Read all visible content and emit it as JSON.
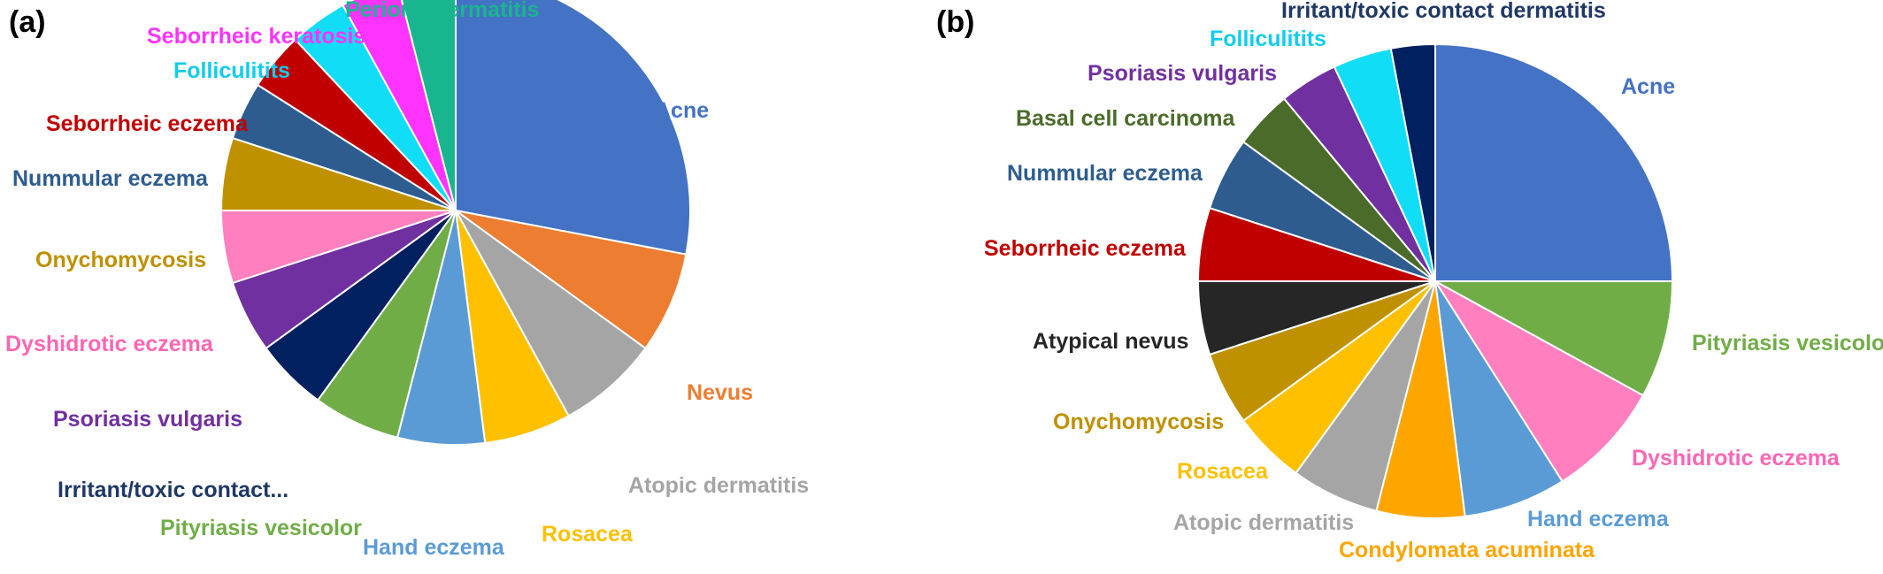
{
  "chart_data": [
    {
      "panel": "(a)",
      "type": "pie",
      "slices": [
        {
          "label": "Acne",
          "value": 28,
          "color": "#4472C4"
        },
        {
          "label": "Nevus",
          "value": 7,
          "color": "#ED7D31"
        },
        {
          "label": "Atopic dermatitis",
          "value": 7,
          "color": "#A5A5A5"
        },
        {
          "label": "Rosacea",
          "value": 6,
          "color": "#FFC000"
        },
        {
          "label": "Hand eczema",
          "value": 6,
          "color": "#5B9BD5"
        },
        {
          "label": "Pityriasis vesicolor",
          "value": 6,
          "color": "#70AD47"
        },
        {
          "label": "Irritant/toxic contact...",
          "value": 5,
          "color": "#002060"
        },
        {
          "label": "Psoriasis vulgaris",
          "value": 5,
          "color": "#7030A0"
        },
        {
          "label": "Dyshidrotic eczema",
          "value": 5,
          "color": "#FF7FBF"
        },
        {
          "label": "Onychomycosis",
          "value": 5,
          "color": "#BF9000"
        },
        {
          "label": "Nummular eczema",
          "value": 4,
          "color": "#2E5C8F"
        },
        {
          "label": "Seborrheic eczema",
          "value": 4,
          "color": "#C00000"
        },
        {
          "label": "Folliculitits",
          "value": 4,
          "color": "#11DDF7"
        },
        {
          "label": "Seborrheic keratosis",
          "value": 4,
          "color": "#FF33FF"
        },
        {
          "label": "Perioral dermatitis",
          "value": 4,
          "color": "#19B58E"
        }
      ],
      "label_colors": [
        "#4472C4",
        "#ED7D31",
        "#A5A5A5",
        "#FFC000",
        "#5B9BD5",
        "#70AD47",
        "#1F3864",
        "#7030A0",
        "#FF66B3",
        "#BF9000",
        "#2E5C8F",
        "#C00000",
        "#11CCEE",
        "#FF33FF",
        "#19B58E"
      ]
    },
    {
      "panel": "(b)",
      "type": "pie",
      "slices": [
        {
          "label": "Acne",
          "value": 25,
          "color": "#4472C4"
        },
        {
          "label": "Pityriasis vesicolor",
          "value": 8,
          "color": "#70AD47"
        },
        {
          "label": "Dyshidrotic eczema",
          "value": 8,
          "color": "#FF7FBF"
        },
        {
          "label": "Hand eczema",
          "value": 7,
          "color": "#5B9BD5"
        },
        {
          "label": "Condylomata acuminata",
          "value": 6,
          "color": "#FFA500"
        },
        {
          "label": "Atopic dermatitis",
          "value": 6,
          "color": "#A5A5A5"
        },
        {
          "label": "Rosacea",
          "value": 5,
          "color": "#FFC000"
        },
        {
          "label": "Onychomycosis",
          "value": 5,
          "color": "#BF9000"
        },
        {
          "label": "Atypical nevus",
          "value": 5,
          "color": "#262626"
        },
        {
          "label": "Seborrheic eczema",
          "value": 5,
          "color": "#C00000"
        },
        {
          "label": "Nummular eczema",
          "value": 5,
          "color": "#2E5C8F"
        },
        {
          "label": "Basal cell carcinoma",
          "value": 4,
          "color": "#4A6B2A"
        },
        {
          "label": "Psoriasis vulgaris",
          "value": 4,
          "color": "#7030A0"
        },
        {
          "label": "Folliculitits",
          "value": 4,
          "color": "#11DDF7"
        },
        {
          "label": "Irritant/toxic contact dermatitis",
          "value": 3,
          "color": "#002060"
        }
      ],
      "label_colors": [
        "#4472C4",
        "#70AD47",
        "#FF66B3",
        "#5B9BD5",
        "#FFA500",
        "#A5A5A5",
        "#FFC000",
        "#BF9000",
        "#262626",
        "#C00000",
        "#2E5C8F",
        "#4A6B2A",
        "#7030A0",
        "#11CCEE",
        "#1F3864"
      ]
    }
  ]
}
